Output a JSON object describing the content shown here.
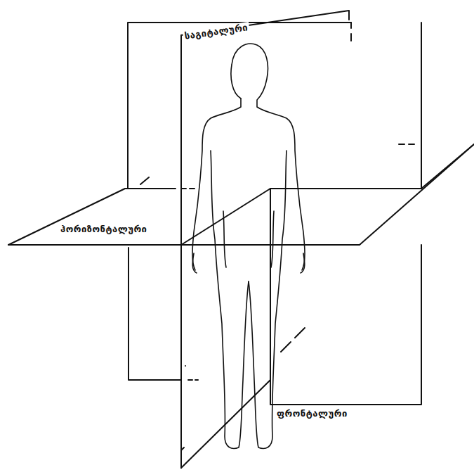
{
  "diagram": {
    "labels": [
      "საგიტალური",
      "ჰორიზონტალური",
      "ფრონტალური"
    ]
  }
}
